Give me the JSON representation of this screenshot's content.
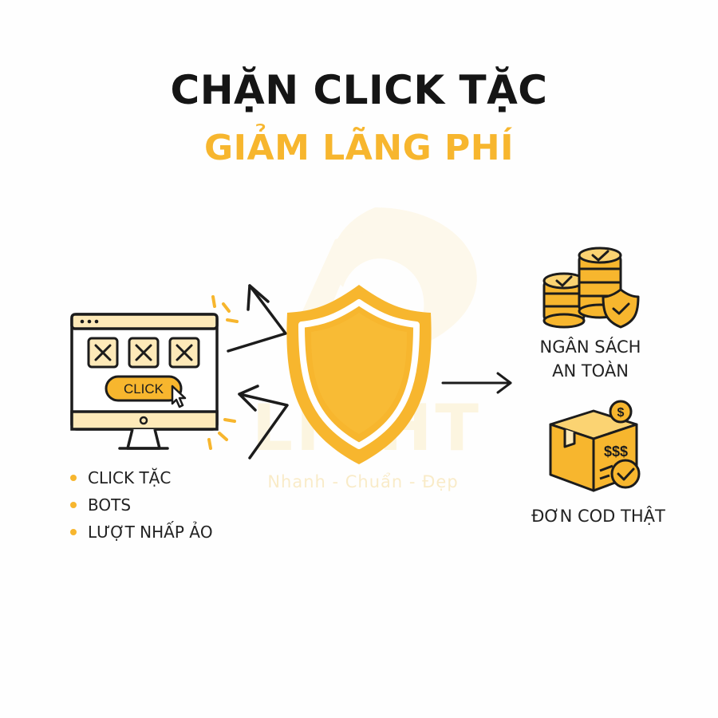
{
  "header": {
    "title_line1": "CHẶN CLICK TẶC",
    "title_line2": "GIẢM LÃNG PHÍ"
  },
  "monitor": {
    "button_label": "CLICK",
    "box_icon": "x-icon"
  },
  "threats": {
    "items": [
      "CLICK TẶC",
      "BOTS",
      "LƯỢT NHẤP ẢO"
    ]
  },
  "results": {
    "budget_line1": "NGÂN SÁCH",
    "budget_line2": "AN TOÀN",
    "cod_label": "ĐƠN COD THẬT",
    "box_label": "$$$"
  },
  "watermark": {
    "brand": "LIGHT",
    "slogan": "Nhanh - Chuẩn - Đẹp"
  },
  "colors": {
    "accent": "#f7b62e",
    "accent_light": "#fde9b8",
    "dark": "#1c1c1c"
  },
  "icons": [
    "monitor-icon",
    "cursor-icon",
    "shield-icon",
    "coins-icon",
    "check-icon",
    "package-icon",
    "dollar-icon",
    "arrow-icon"
  ]
}
